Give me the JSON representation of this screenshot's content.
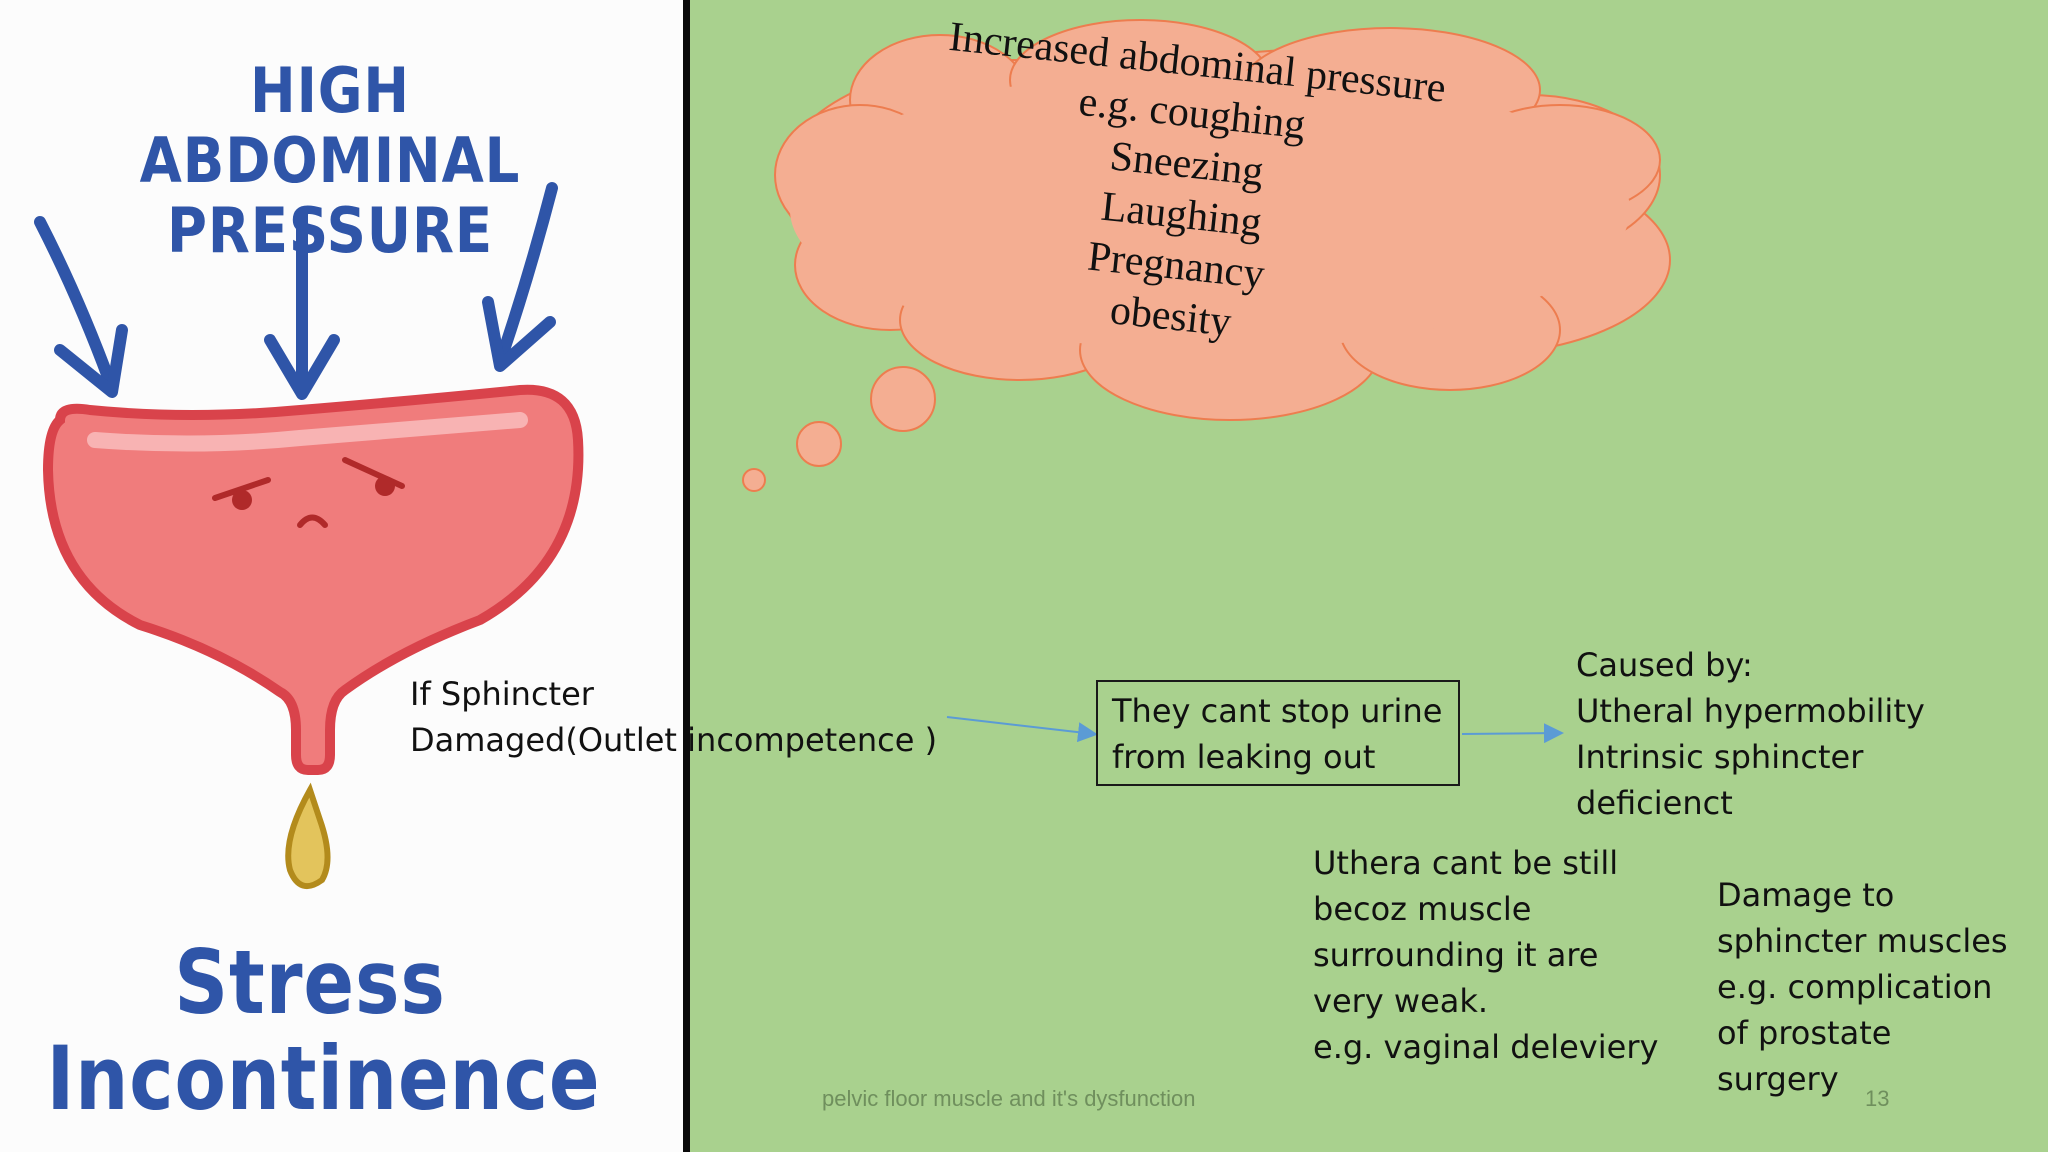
{
  "colors": {
    "slide_background": "#a9d18e",
    "left_panel": "#fcfcfc",
    "divider": "#0a0a0a",
    "cloud_fill": "#f4ae92",
    "cloud_stroke": "#ed7d4f",
    "connector": "#5b9bd5",
    "illustration_text": "#2f55a8",
    "bladder_fill": "#f07c7c",
    "bladder_outline": "#d9434b"
  },
  "illustration": {
    "heading": "HIGH ABDOMINAL PRESSURE",
    "caption": "Stress Incontinence"
  },
  "thought_cloud": {
    "lines": [
      "Increased abdominal pressure",
      "e.g. coughing",
      "Sneezing",
      "Laughing",
      "Pregnancy",
      "obesity"
    ]
  },
  "sphincter_label": {
    "line1": "If Sphincter",
    "line2": "Damaged(Outlet incompetence )"
  },
  "center_box": {
    "line1": "They cant stop urine",
    "line2": "from leaking out"
  },
  "causes": {
    "lines": [
      "Caused by:",
      "Utheral hypermobility",
      "Intrinsic sphincter",
      "deficienct"
    ]
  },
  "urethra_note": {
    "lines": [
      "Uthera cant be still",
      "becoz muscle",
      "surrounding it are",
      "very weak.",
      "e.g. vaginal deleviery"
    ]
  },
  "damage_note": {
    "lines": [
      "Damage to",
      "sphincter muscles",
      "e.g. complication",
      "of prostate",
      "surgery"
    ]
  },
  "footer": {
    "title": "pelvic floor muscle and it's dysfunction",
    "page_number": "13"
  }
}
